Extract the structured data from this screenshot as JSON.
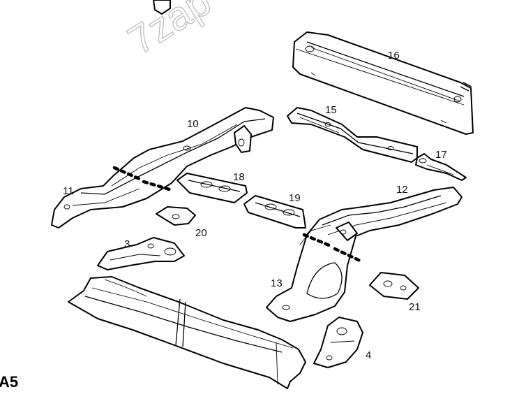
{
  "watermark": "7zap",
  "figure_label": "A5",
  "part_labels": {
    "p3": "3",
    "p4": "4",
    "p10": "10",
    "p11": "11",
    "p12": "12",
    "p13": "13",
    "p15": "15",
    "p16": "16",
    "p17": "17",
    "p18": "18",
    "p19": "19",
    "p20": "20",
    "p21": "21"
  },
  "colors": {
    "ink": "#000000",
    "watermark": "#bdbdbd",
    "background": "#ffffff"
  }
}
